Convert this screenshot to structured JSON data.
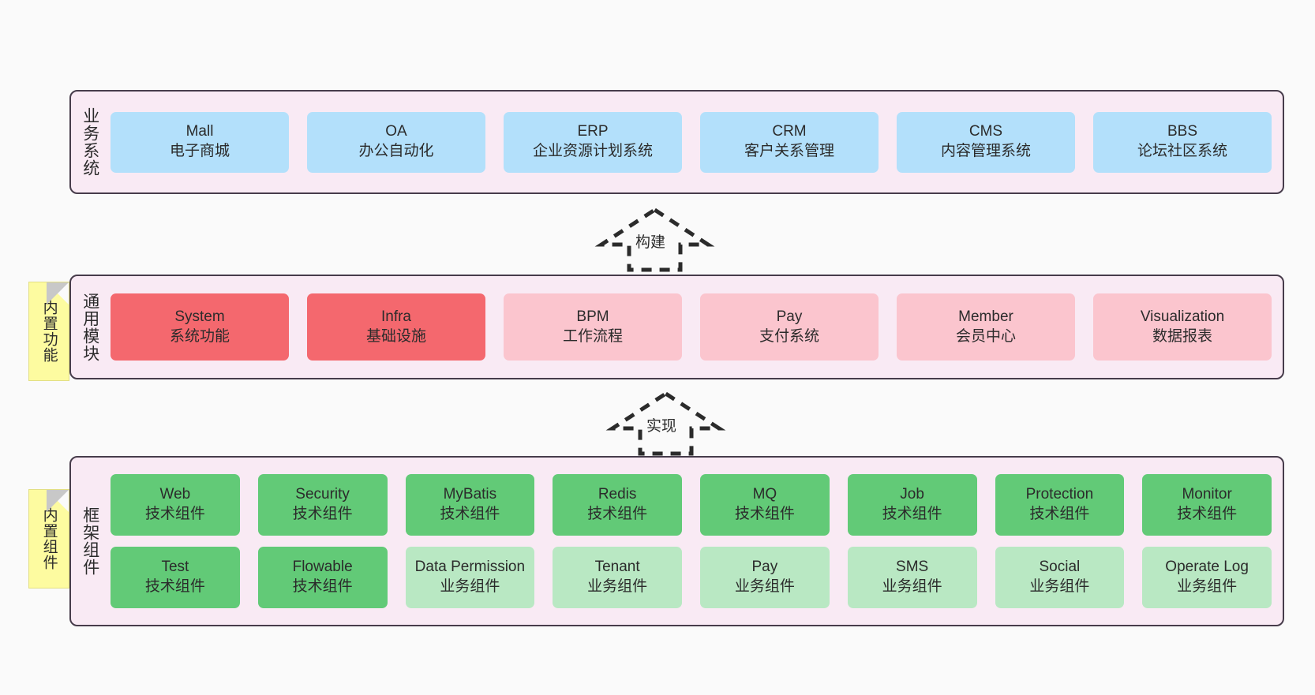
{
  "diagram": {
    "background": "#fafafa",
    "palette": {
      "layer_bg": "#f9eaf4",
      "layer_border": "#473c4b",
      "blue": "#b3e0fb",
      "red": "#f4686e",
      "pink": "#fbc5ce",
      "green": "#62ca77",
      "light_green": "#b9e8c3",
      "note_yellow": "#fdfba0",
      "note_fold": "#c8c8c8"
    }
  },
  "layers": [
    {
      "id": "business-system",
      "title": "业务系统",
      "cards": [
        {
          "name": "Mall",
          "desc": "电子商城"
        },
        {
          "name": "OA",
          "desc": "办公自动化"
        },
        {
          "name": "ERP",
          "desc": "企业资源计划系统"
        },
        {
          "name": "CRM",
          "desc": "客户关系管理"
        },
        {
          "name": "CMS",
          "desc": "内容管理系统"
        },
        {
          "name": "BBS",
          "desc": "论坛社区系统"
        }
      ]
    },
    {
      "id": "common-module",
      "title": "通用模块",
      "note": "内置功能",
      "cards": [
        {
          "name": "System",
          "desc": "系统功能"
        },
        {
          "name": "Infra",
          "desc": "基础设施"
        },
        {
          "name": "BPM",
          "desc": "工作流程"
        },
        {
          "name": "Pay",
          "desc": "支付系统"
        },
        {
          "name": "Member",
          "desc": "会员中心"
        },
        {
          "name": "Visualization",
          "desc": "数据报表"
        }
      ]
    },
    {
      "id": "framework-component",
      "title": "框架组件",
      "note": "内置组件",
      "row1": [
        {
          "name": "Web",
          "desc": "技术组件"
        },
        {
          "name": "Security",
          "desc": "技术组件"
        },
        {
          "name": "MyBatis",
          "desc": "技术组件"
        },
        {
          "name": "Redis",
          "desc": "技术组件"
        },
        {
          "name": "MQ",
          "desc": "技术组件"
        },
        {
          "name": "Job",
          "desc": "技术组件"
        },
        {
          "name": "Protection",
          "desc": "技术组件"
        },
        {
          "name": "Monitor",
          "desc": "技术组件"
        }
      ],
      "row2": [
        {
          "name": "Test",
          "desc": "技术组件"
        },
        {
          "name": "Flowable",
          "desc": "技术组件"
        },
        {
          "name": "Data Permission",
          "desc": "业务组件"
        },
        {
          "name": "Tenant",
          "desc": "业务组件"
        },
        {
          "name": "Pay",
          "desc": "业务组件"
        },
        {
          "name": "SMS",
          "desc": "业务组件"
        },
        {
          "name": "Social",
          "desc": "业务组件"
        },
        {
          "name": "Operate Log",
          "desc": "业务组件"
        }
      ]
    }
  ],
  "connectors": [
    {
      "id": "build",
      "label": "构建"
    },
    {
      "id": "implement",
      "label": "实现"
    }
  ]
}
